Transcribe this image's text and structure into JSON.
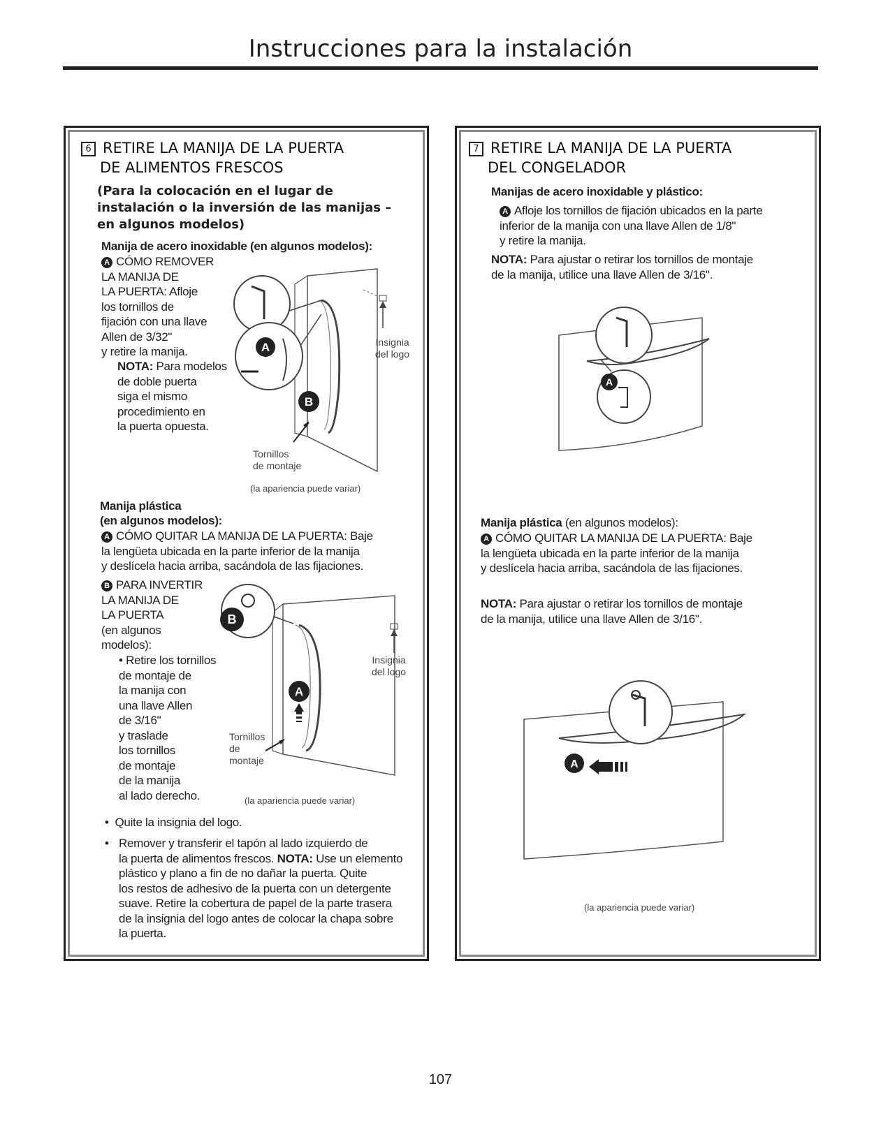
{
  "page": {
    "title": "Instrucciones para la instalación",
    "number": "107"
  },
  "step6": {
    "number": "6",
    "heading_line1": "RETIRE LA MANIJA DE LA PUERTA",
    "heading_line2": "DE ALIMENTOS FRESCOS",
    "sub_line1": "(Para la colocación en el lugar de",
    "sub_line2": "instalación o la inversión de las manijas –",
    "sub_line3": "en algunos modelos)",
    "stainless_title": "Manija de acero inoxidable (en algunos modelos):",
    "stainless_text": "CÓMO REMOVER\nLA MANIJA DE\nLA PUERTA: Afloje\nlos tornillos de\nfijación con una llave\nAllen de 3/32\"\ny retire la manija.",
    "nota_label": "NOTA:",
    "nota_text": " Para modelos\nde doble puerta\nsiga el mismo\nprocedimiento en\nla puerta opuesta.",
    "fig1_logo_label": "Insignia\ndel logo",
    "fig1_screws_label": "Tornillos\nde montaje",
    "fig1_caption": "(la apariencia puede variar)",
    "plastic_title_line1": "Manija plástica",
    "plastic_title_line2": "(en algunos modelos):",
    "plastic_a_text": "CÓMO QUITAR LA MANIJA DE LA PUERTA: Baje\nla lengüeta ubicada en la parte inferior de la manija\ny deslícela hacia arriba, sacándola de las fijaciones.",
    "plastic_b_text": "PARA INVERTIR\nLA MANIJA DE\nLA PUERTA\n(en algunos\nmodelos):",
    "plastic_b_bullet": "• Retire los tornillos\n  de montaje de\n  la manija con\n  una llave Allen\n  de 3/16\"\n  y traslade\n  los tornillos\n  de montaje\n  de la manija\n  al lado derecho.",
    "fig2_logo_label": "Insignia\ndel logo",
    "fig2_screws_label": "Tornillos\nde\nmontaje",
    "fig2_caption": "(la apariencia puede variar)",
    "bullet_logo": "Quite la insignia del logo.",
    "bullet_remove_pre": "Remover y transferir el tapón al lado izquierdo de\nla puerta de alimentos frescos. ",
    "bullet_remove_nota": "NOTA:",
    "bullet_remove_post": " Use un elemento\nplástico y plano a fin de no dañar la puerta. Quite\nlos restos de adhesivo de la puerta con un detergente\nsuave. Retire la cobertura de papel de la parte trasera\nde la insignia del logo antes de colocar la chapa sobre\nla puerta."
  },
  "step7": {
    "number": "7",
    "heading_line1": "RETIRE LA MANIJA DE LA PUERTA",
    "heading_line2": "DEL CONGELADOR",
    "stainless_title": "Manijas de acero inoxidable y plástico:",
    "stainless_text": "Afloje los tornillos de fijación ubicados en la parte\ninferior de la manija con una llave Allen de 1/8\"\ny retire la manija.",
    "nota1_label": "NOTA:",
    "nota1_text": " Para ajustar o retirar los tornillos de montaje\nde la manija, utilice una llave Allen de 3/16\".",
    "plastic_title": "Manija plástica",
    "plastic_title_suffix": " (en algunos modelos):",
    "plastic_a_text": "CÓMO QUITAR LA MANIJA DE LA PUERTA: Baje\nla lengüeta ubicada en la parte inferior de la manija\ny deslícela hacia arriba, sacándola de las fijaciones.",
    "nota2_label": "NOTA:",
    "nota2_text": " Para ajustar o retirar los tornillos de montaje\nde la manija, utilice una llave Allen de 3/16\".",
    "fig_caption": "(la apariencia puede variar)"
  },
  "markers": {
    "a": "A",
    "b": "B"
  }
}
